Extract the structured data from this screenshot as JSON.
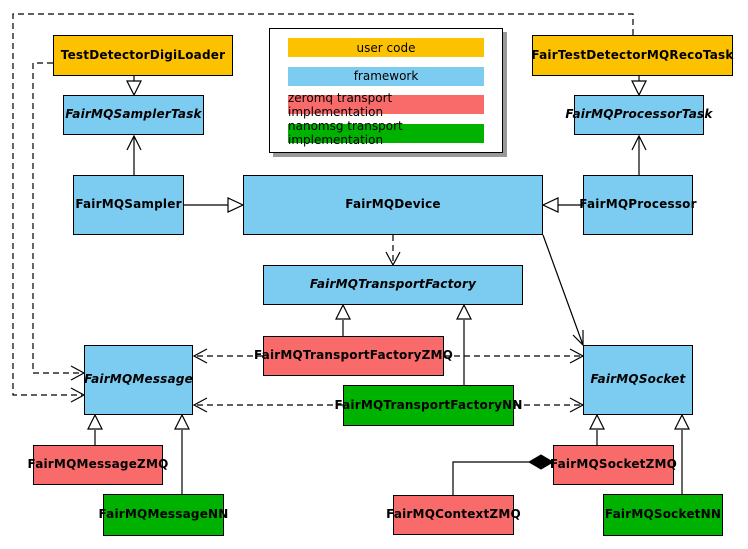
{
  "legend": {
    "items": [
      {
        "label": "user code",
        "color": "#FCC200"
      },
      {
        "label": "framework",
        "color": "#7CCBF0"
      },
      {
        "label": "zeromq transport implementation",
        "color": "#F96A6A"
      },
      {
        "label": "nanomsg transport implementation",
        "color": "#00B200"
      }
    ]
  },
  "nodes": {
    "testDetectorDigiLoader": {
      "label": "TestDetectorDigiLoader",
      "category": "user code"
    },
    "fairTestDetectorMQRecoTask": {
      "label": "FairTestDetectorMQRecoTask",
      "category": "user code"
    },
    "fairMQSamplerTask": {
      "label": "FairMQSamplerTask",
      "category": "framework"
    },
    "fairMQProcessorTask": {
      "label": "FairMQProcessorTask",
      "category": "framework"
    },
    "fairMQSampler": {
      "label": "FairMQSampler",
      "category": "framework"
    },
    "fairMQDevice": {
      "label": "FairMQDevice",
      "category": "framework"
    },
    "fairMQProcessor": {
      "label": "FairMQProcessor",
      "category": "framework"
    },
    "fairMQTransportFactory": {
      "label": "FairMQTransportFactory",
      "category": "framework"
    },
    "fairMQMessage": {
      "label": "FairMQMessage",
      "category": "framework"
    },
    "fairMQSocket": {
      "label": "FairMQSocket",
      "category": "framework"
    },
    "fairMQTransportFactoryZMQ": {
      "label": "FairMQTransportFactoryZMQ",
      "category": "zeromq transport implementation"
    },
    "fairMQMessageZMQ": {
      "label": "FairMQMessageZMQ",
      "category": "zeromq transport implementation"
    },
    "fairMQSocketZMQ": {
      "label": "FairMQSocketZMQ",
      "category": "zeromq transport implementation"
    },
    "fairMQContextZMQ": {
      "label": "FairMQContextZMQ",
      "category": "zeromq transport implementation"
    },
    "fairMQTransportFactoryNN": {
      "label": "FairMQTransportFactoryNN",
      "category": "nanomsg transport implementation"
    },
    "fairMQMessageNN": {
      "label": "FairMQMessageNN",
      "category": "nanomsg transport implementation"
    },
    "fairMQSocketNN": {
      "label": "FairMQSocketNN",
      "category": "nanomsg transport implementation"
    }
  },
  "edges": [
    {
      "from": "TestDetectorDigiLoader",
      "to": "FairMQSamplerTask",
      "line": "solid",
      "head": "hollow-triangle"
    },
    {
      "from": "FairMQSampler",
      "to": "FairMQSamplerTask",
      "line": "solid",
      "head": "open-arrow"
    },
    {
      "from": "FairMQSampler",
      "to": "FairMQDevice",
      "line": "solid",
      "head": "hollow-triangle"
    },
    {
      "from": "FairTestDetectorMQRecoTask",
      "to": "FairMQProcessorTask",
      "line": "solid",
      "head": "hollow-triangle"
    },
    {
      "from": "FairMQProcessor",
      "to": "FairMQProcessorTask",
      "line": "solid",
      "head": "open-arrow"
    },
    {
      "from": "FairMQProcessor",
      "to": "FairMQDevice",
      "line": "solid",
      "head": "hollow-triangle"
    },
    {
      "from": "FairMQDevice",
      "to": "FairMQTransportFactory",
      "line": "dashed",
      "head": "open-arrow"
    },
    {
      "from": "FairMQDevice",
      "to": "FairMQSocket",
      "line": "solid",
      "head": "open-arrow"
    },
    {
      "from": "TestDetectorDigiLoader",
      "to": "FairMQMessage",
      "line": "dashed",
      "head": "open-arrow"
    },
    {
      "from": "FairTestDetectorMQRecoTask",
      "to": "FairMQMessage",
      "line": "dashed",
      "head": "open-arrow"
    },
    {
      "from": "FairMQTransportFactoryZMQ",
      "to": "FairMQTransportFactory",
      "line": "solid",
      "head": "hollow-triangle"
    },
    {
      "from": "FairMQTransportFactoryNN",
      "to": "FairMQTransportFactory",
      "line": "solid",
      "head": "hollow-triangle"
    },
    {
      "from": "FairMQTransportFactoryZMQ",
      "to": "FairMQMessage",
      "line": "dashed",
      "head": "open-arrow"
    },
    {
      "from": "FairMQTransportFactoryZMQ",
      "to": "FairMQSocket",
      "line": "dashed",
      "head": "open-arrow"
    },
    {
      "from": "FairMQTransportFactoryNN",
      "to": "FairMQMessage",
      "line": "dashed",
      "head": "open-arrow"
    },
    {
      "from": "FairMQTransportFactoryNN",
      "to": "FairMQSocket",
      "line": "dashed",
      "head": "open-arrow"
    },
    {
      "from": "FairMQMessageZMQ",
      "to": "FairMQMessage",
      "line": "solid",
      "head": "hollow-triangle"
    },
    {
      "from": "FairMQMessageNN",
      "to": "FairMQMessage",
      "line": "solid",
      "head": "hollow-triangle"
    },
    {
      "from": "FairMQSocketZMQ",
      "to": "FairMQSocket",
      "line": "solid",
      "head": "hollow-triangle"
    },
    {
      "from": "FairMQSocketNN",
      "to": "FairMQSocket",
      "line": "solid",
      "head": "hollow-triangle"
    },
    {
      "from": "FairMQContextZMQ",
      "to": "FairMQSocketZMQ",
      "line": "solid",
      "head": "filled-diamond"
    }
  ]
}
